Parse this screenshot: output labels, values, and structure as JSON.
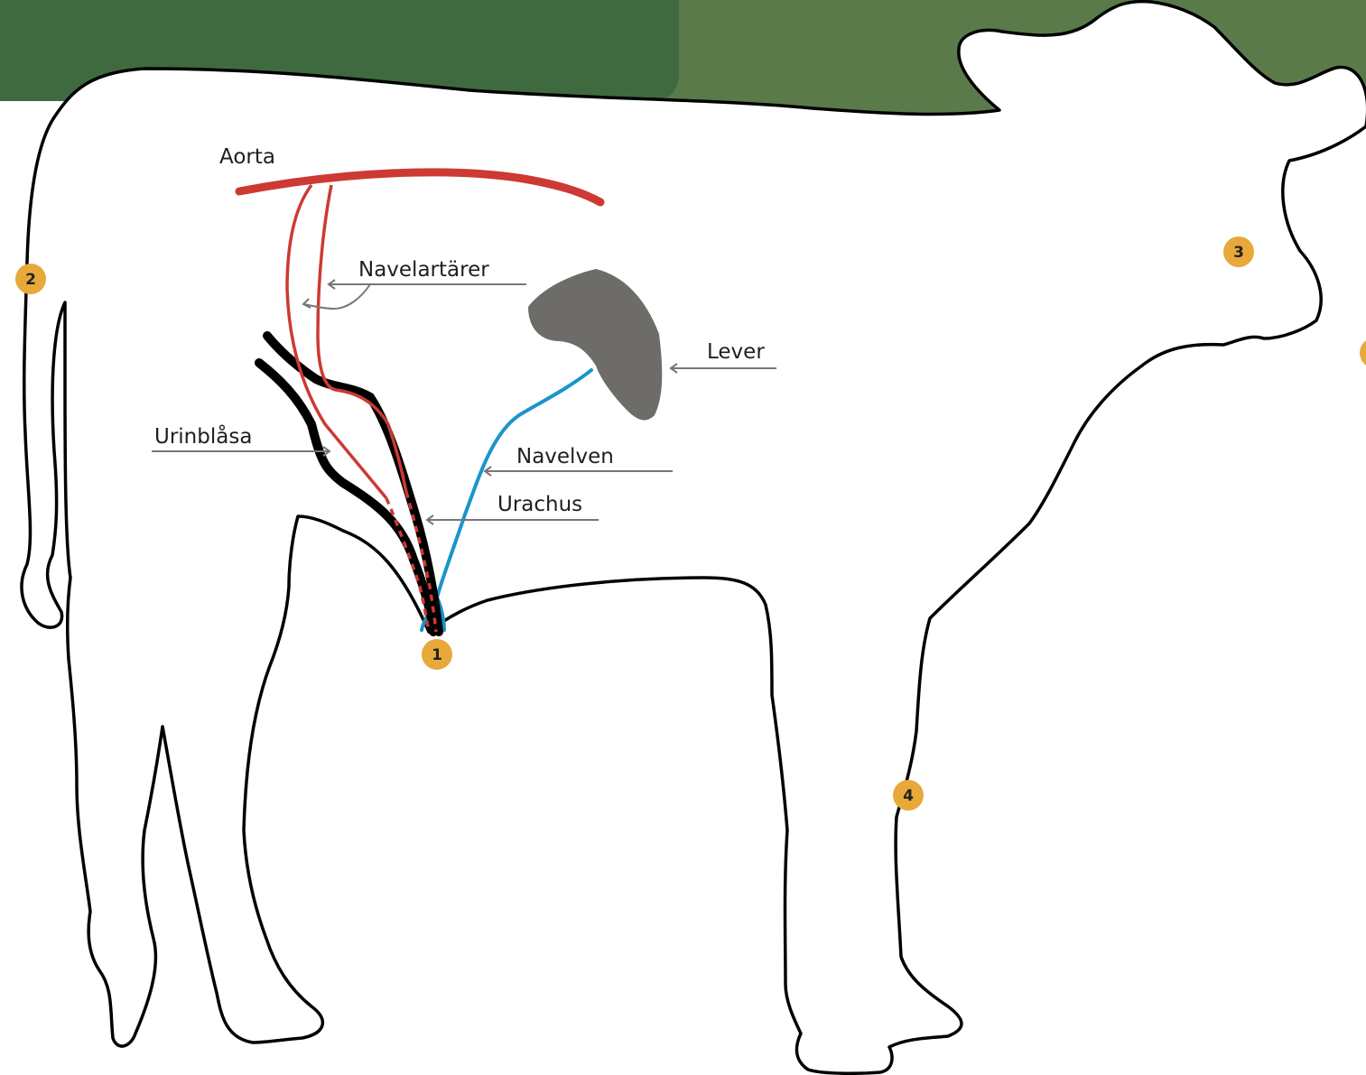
{
  "colors": {
    "banner_left": "#3f6a40",
    "banner_right": "#5a7a4a",
    "outline": "#000000",
    "artery": "#cc3a33",
    "vein": "#1a95c8",
    "liver": "#6d6c68",
    "pointer": "#777777",
    "marker": "#e8a93a"
  },
  "labels": {
    "aorta": "Aorta",
    "navelartarer": "Navelartärer",
    "lever": "Lever",
    "urinblasa": "Urinblåsa",
    "navelven": "Navelven",
    "urachus": "Urachus"
  },
  "markers": [
    "1",
    "2",
    "3",
    "4"
  ]
}
